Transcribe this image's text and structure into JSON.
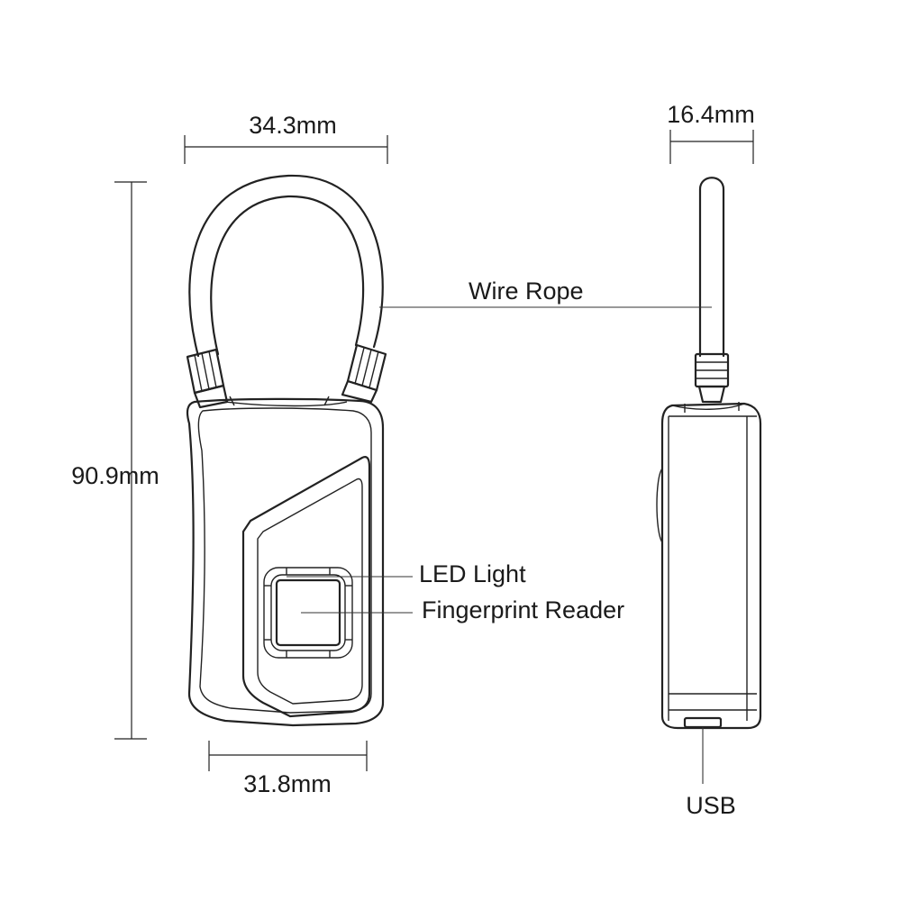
{
  "dimensions": {
    "top_width": "34.3mm",
    "bottom_width": "31.8mm",
    "height": "90.9mm",
    "side_thickness": "16.4mm"
  },
  "callouts": {
    "wire_rope": "Wire Rope",
    "led_light": "LED Light",
    "fingerprint_reader": "Fingerprint Reader",
    "usb": "USB"
  }
}
